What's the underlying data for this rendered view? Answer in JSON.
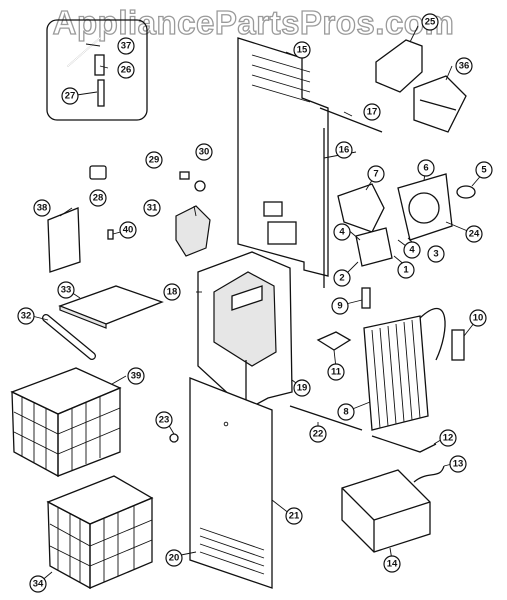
{
  "watermark": "AppliancePartsPros.com",
  "callouts": [
    "1",
    "2",
    "3",
    "4",
    "4",
    "5",
    "6",
    "7",
    "8",
    "9",
    "10",
    "11",
    "12",
    "13",
    "14",
    "15",
    "16",
    "17",
    "18",
    "19",
    "20",
    "21",
    "22",
    "23",
    "24",
    "25",
    "26",
    "27",
    "28",
    "29",
    "30",
    "31",
    "32",
    "33",
    "34",
    "36",
    "37",
    "38",
    "39",
    "40"
  ]
}
